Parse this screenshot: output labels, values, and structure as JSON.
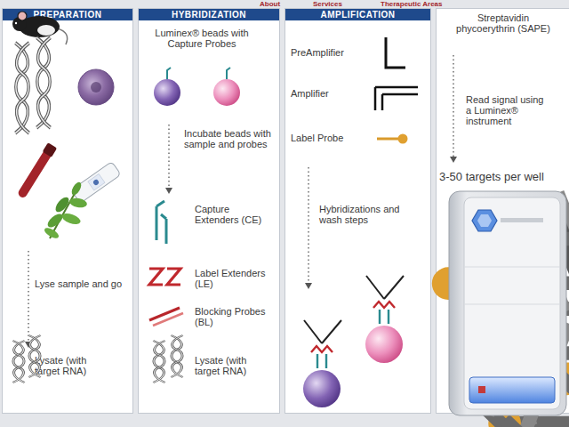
{
  "diagram": {
    "nodes": [
      {
        "text": [
          "PREPARATION",
          "Lyse sample and go",
          "Lysate (with target RNA)"
        ]
      },
      {
        "text": [
          "HYBRIDIZATION",
          "Luminex® beads with Capture Probes",
          "Incubate beads with sample and probes",
          "Capture Extenders (CE)",
          "Label Extenders (LE)",
          "Blocking Probes (BL)",
          "Lysate (with target RNA)"
        ]
      },
      {
        "text": [
          "AMPLIFICATION",
          "PreAmplifier",
          "Amplifier",
          "Label Probe",
          "Hybridizations and wash steps"
        ]
      },
      {
        "text": [
          "Streptavidin phycoerythrin (SAPE)",
          "Read signal using a Luminex® instrument",
          "3-50 targets per well"
        ]
      }
    ],
    "labels": [
      "About",
      "Services",
      "Therapeutic Areas"
    ]
  }
}
